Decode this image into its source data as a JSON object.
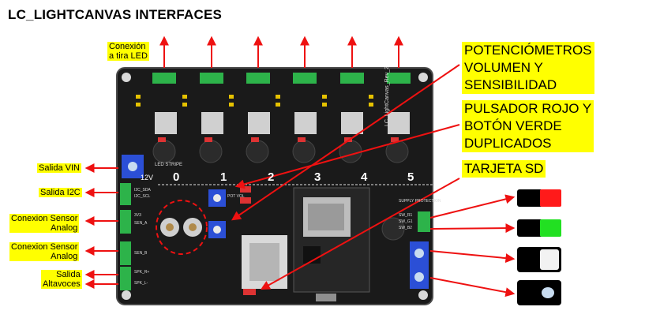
{
  "title": "LC_LIGHTCANVAS INTERFACES",
  "labels": {
    "led_connection": [
      "Conexión",
      "a tira LED"
    ],
    "vin_out": "Salida VIN",
    "i2c_out": "Salida I2C",
    "sensor1": [
      "Conexion Sensor",
      "Analog"
    ],
    "sensor2": [
      "Conexion Sensor",
      "Analog"
    ],
    "speakers": [
      "Salida",
      "Altavoces"
    ],
    "potentiometers": [
      "POTENCIÓMETROS",
      "VOLUMEN Y",
      "SENSIBILIDAD"
    ],
    "buttons": [
      "PULSADOR ROJO Y",
      "BOTÓN VERDE",
      "DUPLICADOS"
    ],
    "sd_card": "TARJETA SD"
  },
  "board": {
    "channel_numbers": [
      "0",
      "1",
      "2",
      "3",
      "4",
      "5"
    ],
    "silk_led_stripe": "LED STRIPE",
    "silk_board_name": "LC_LightCanvas_Rev_2",
    "silk_voltage": "12V",
    "silk_pot_vol": "POT VOL",
    "silk_i2c_sda": "I2C_SDA",
    "silk_i2c_scl": "I2C_SCL",
    "silk_3v3": "3V3",
    "silk_sen_a": "SEN_A",
    "silk_sen_b": "SEN_B",
    "silk_spk_p": "SPK_R+",
    "silk_spk_n": "SPK_L-",
    "silk_sw": [
      "SW_R1",
      "SW_G1",
      "SW_B2"
    ],
    "silk_supply": "SUPPLY PROTECTION"
  },
  "colors": {
    "arrow": "#ee1111",
    "highlight": "#ffff00",
    "pcb": "#1a1a1a",
    "terminal_green": "#2db34a",
    "terminal_blue": "#2b4fd6",
    "button_red": "#ff1a1a",
    "button_green": "#22e022",
    "button_white": "#f2f2f2",
    "button_lightblue": "#c8dcf0"
  }
}
